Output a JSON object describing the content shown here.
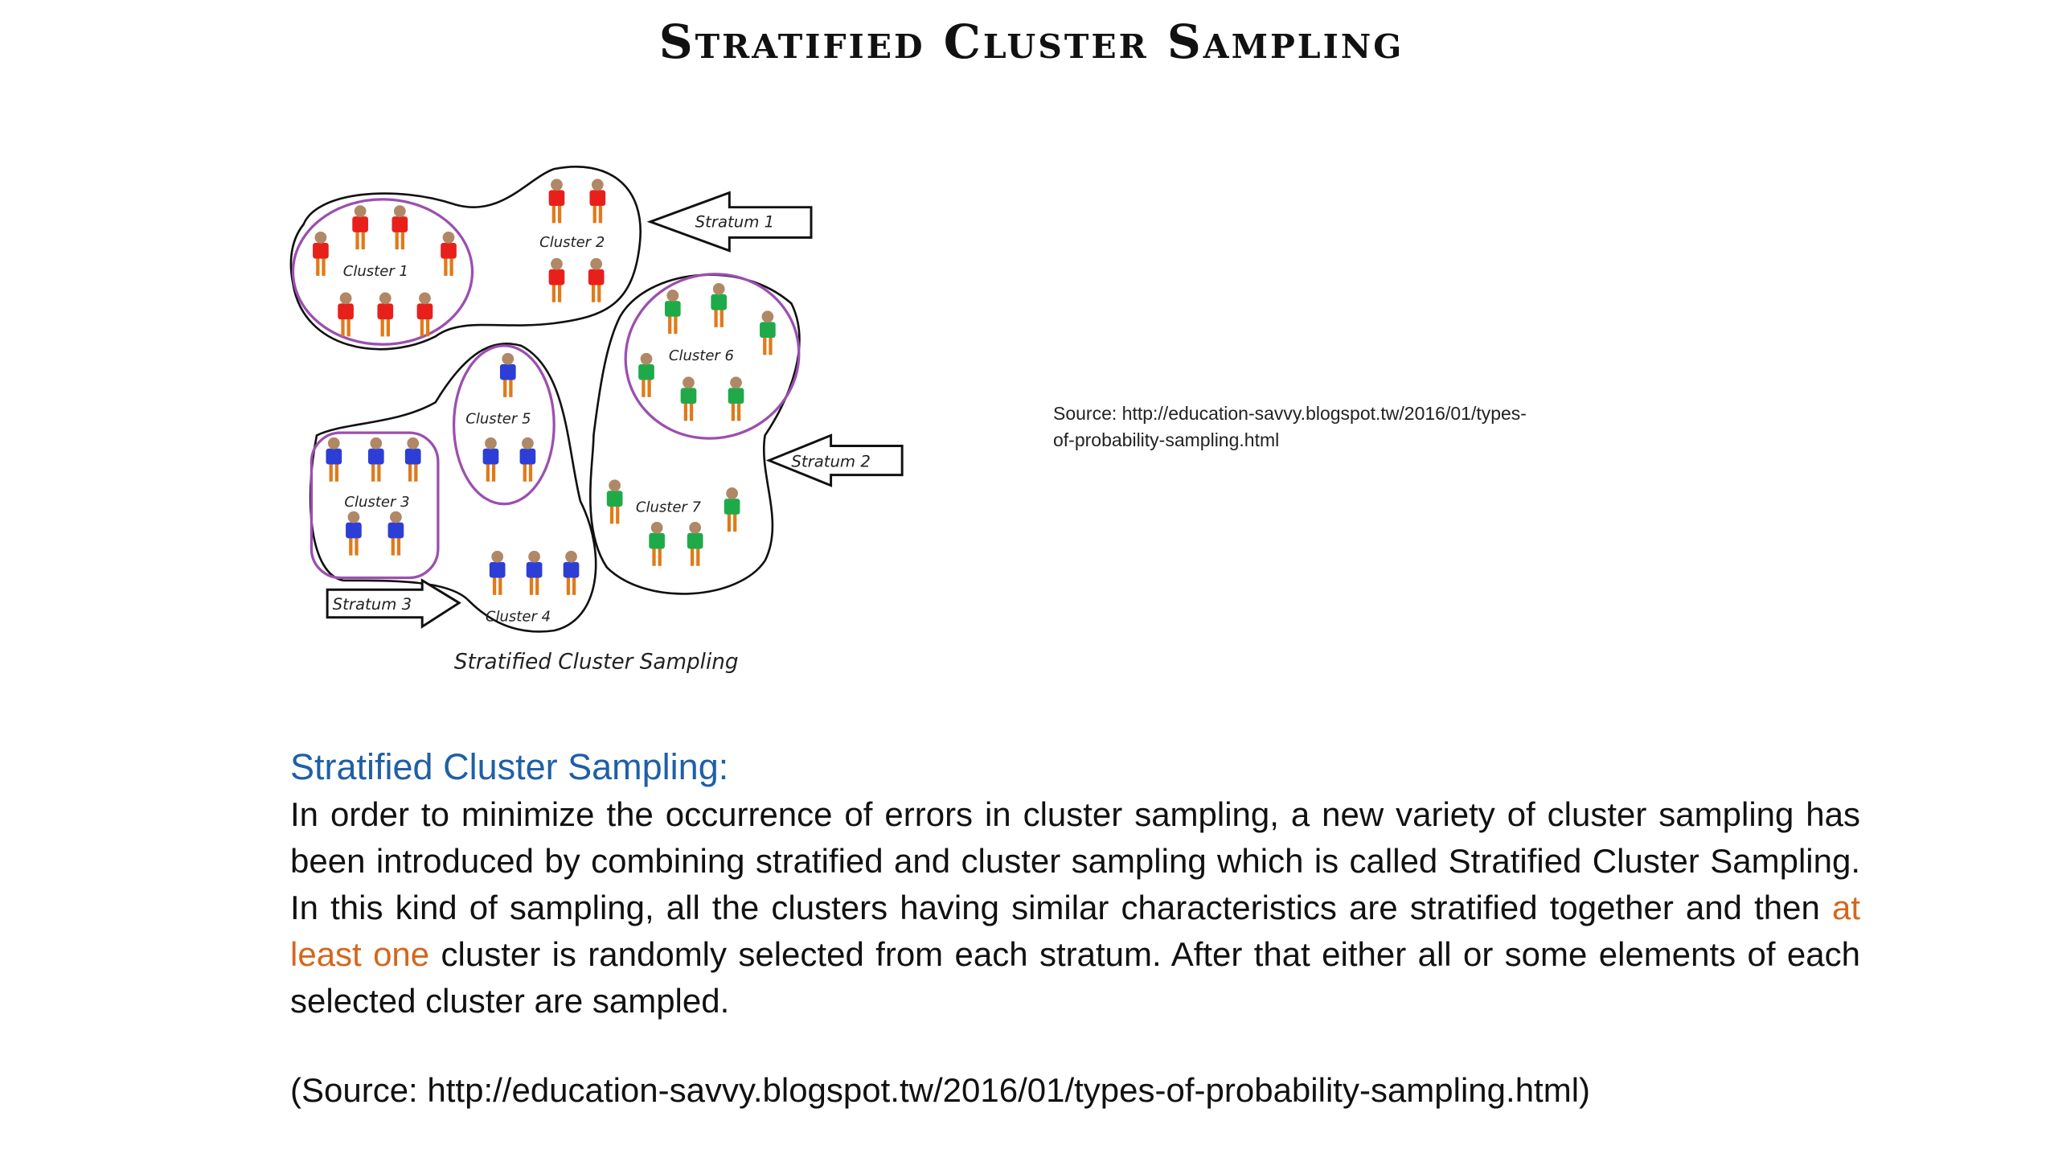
{
  "title": "Stratified Cluster Sampling",
  "diagram": {
    "clusters": [
      "Cluster 1",
      "Cluster 2",
      "Cluster 3",
      "Cluster 4",
      "Cluster 5",
      "Cluster 6",
      "Cluster 7"
    ],
    "strata": [
      "Stratum 1",
      "Stratum 2",
      "Stratum 3"
    ],
    "caption": "Stratified Cluster Sampling",
    "colors": {
      "stratum1": "#e8201c",
      "stratum2": "#1faa4a",
      "stratum3": "#2c3ed6",
      "selected_outline": "#9b4fb0",
      "legs": "#e07a1a",
      "head": "#b08866"
    }
  },
  "side_source": {
    "line1": "Source: http://education-savvy.blogspot.tw/2016/01/types-",
    "line2": "of-probability-sampling.html"
  },
  "heading": "Stratified Cluster Sampling:",
  "paragraph": {
    "before": "In order to minimize the occurrence of errors in cluster sampling, a new variety of cluster sampling has been introduced by combining stratified and cluster sampling which is called Stratified Cluster Sampling. In this kind of sampling, all the clusters having similar characteristics are stratified together and then ",
    "highlight": "at least one",
    "after": " cluster is randomly selected from each stratum. After that either all or some elements of each selected cluster are sampled."
  },
  "bottom_source": "(Source: http://education-savvy.blogspot.tw/2016/01/types-of-probability-sampling.html)"
}
